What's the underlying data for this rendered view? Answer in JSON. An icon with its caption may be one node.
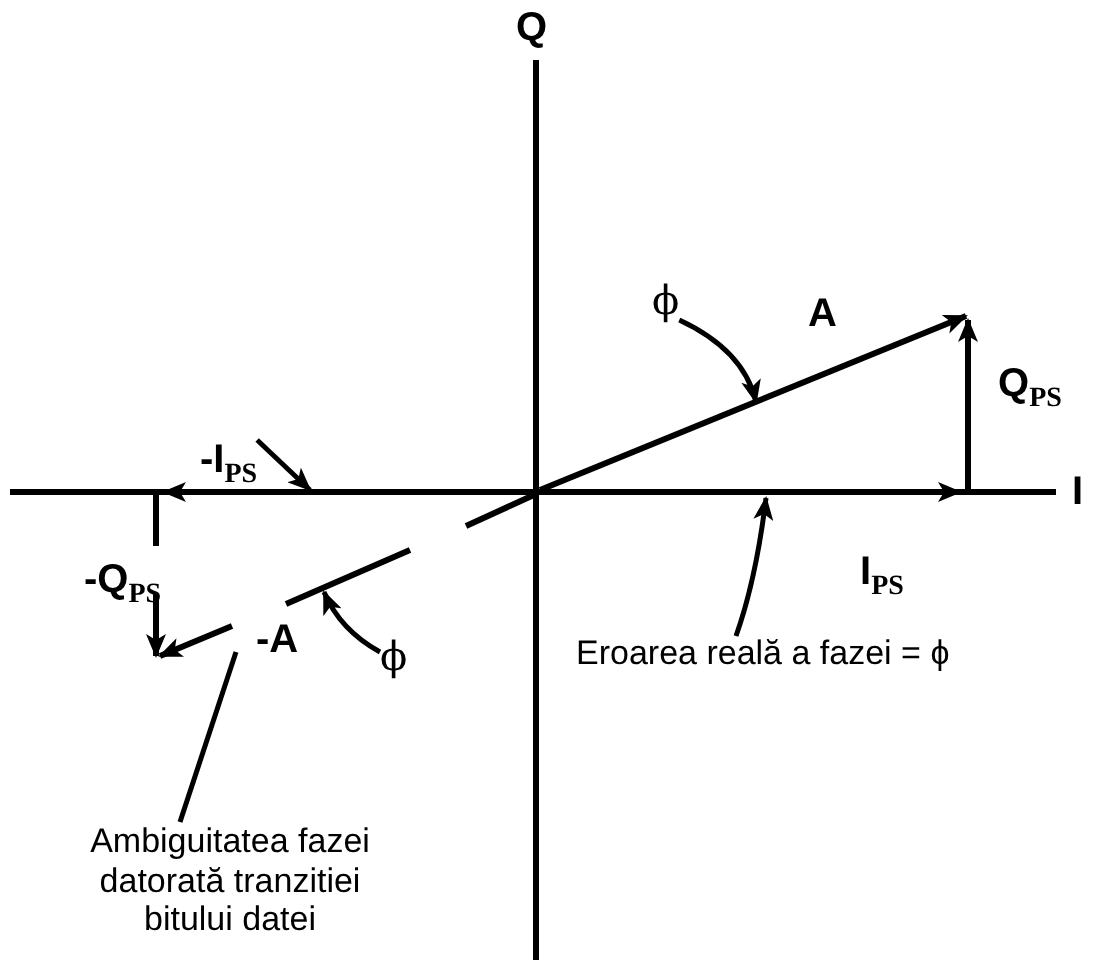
{
  "diagram": {
    "nodes": [
      {
        "text": [
          "ϕ"
        ]
      },
      {
        "text": [
          "-I$_{PS}$"
        ]
      },
      {
        "text": [
          "ϕ"
        ]
      },
      {
        "text": [
          "Eroarea reală a fazei = ϕ"
        ]
      },
      {
        "text": [
          "Ambiguitatea fazei datorată tranzitiei bitului datei"
        ]
      }
    ],
    "edges": [
      {
        "from": 0,
        "to": null,
        "arrow": "to"
      },
      {
        "from": 1,
        "to": null,
        "arrow": "to"
      },
      {
        "from": 2,
        "to": null,
        "arrow": "to"
      },
      {
        "from": 3,
        "to": null,
        "arrow": "to"
      },
      {
        "from": 4,
        "to": null,
        "arrow": "none"
      }
    ],
    "labels": [
      "Q",
      "A",
      "Q$_{PS}$",
      "I",
      "I$_{PS}$",
      "-Q$_{PS}$",
      "-A"
    ]
  }
}
